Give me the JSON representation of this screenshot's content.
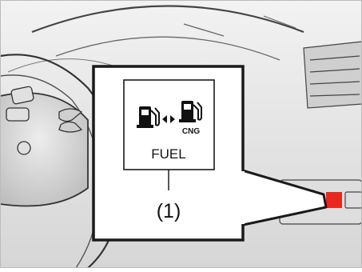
{
  "callout": {
    "switch_label": "FUEL",
    "cng_label": "CNG",
    "marker": "(1)",
    "icons": [
      "fuel-pump-icon",
      "double-arrow-icon",
      "fuel-pump-icon"
    ]
  },
  "colors": {
    "highlight": "#e8281e",
    "line_art": "#1a1a1a",
    "background": "#ffffff"
  }
}
